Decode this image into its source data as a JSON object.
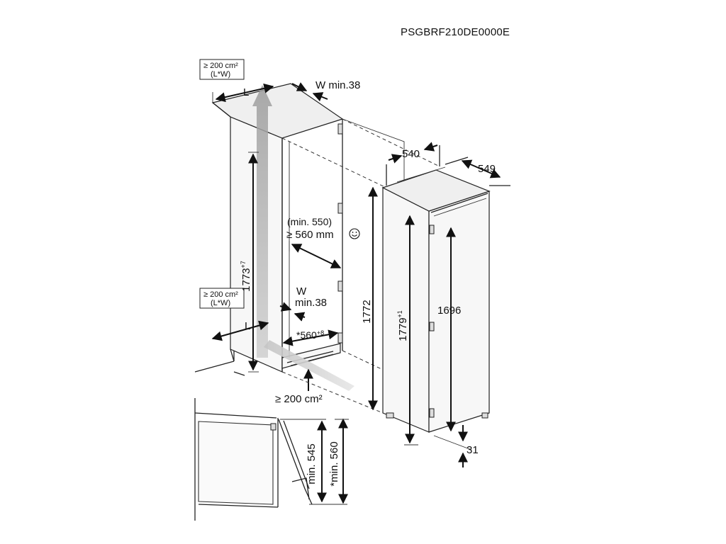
{
  "model_code": "PSGBRF210DE0000E",
  "labels": {
    "vent_area_top_line1": "≥ 200 cm²",
    "vent_area_top_line2": "(L*W)",
    "vent_area_bottom_line1": "≥ 200 cm²",
    "vent_area_bottom_line2": "(L*W)",
    "L_top": "L",
    "L_bottom": "L",
    "w_min_top": "W min.38",
    "w_bottom": "W",
    "w_bottom_min": "min.38",
    "min_550": "(min. 550)",
    "min_560mm": "≥ 560 mm",
    "h_1773": "1773",
    "h_1773_tol": "+7",
    "h_1772": "1772",
    "h_1779": "1779",
    "h_1779_tol": "+1",
    "h_1696": "1696",
    "w_540": "540",
    "d_549": "549",
    "d_560": "*560",
    "d_560_tol": "+8",
    "vent_area_floor": "≥ 200 cm²",
    "gap_31": "31",
    "detail_min_545": "min. 545",
    "detail_min_560": "*min. 560"
  },
  "icons": {
    "smiley": "smiley-icon",
    "airflow": "airflow-arrow-icon"
  },
  "colors": {
    "line": "#222222",
    "airflow": "#b5b5b5",
    "background": "#ffffff"
  }
}
